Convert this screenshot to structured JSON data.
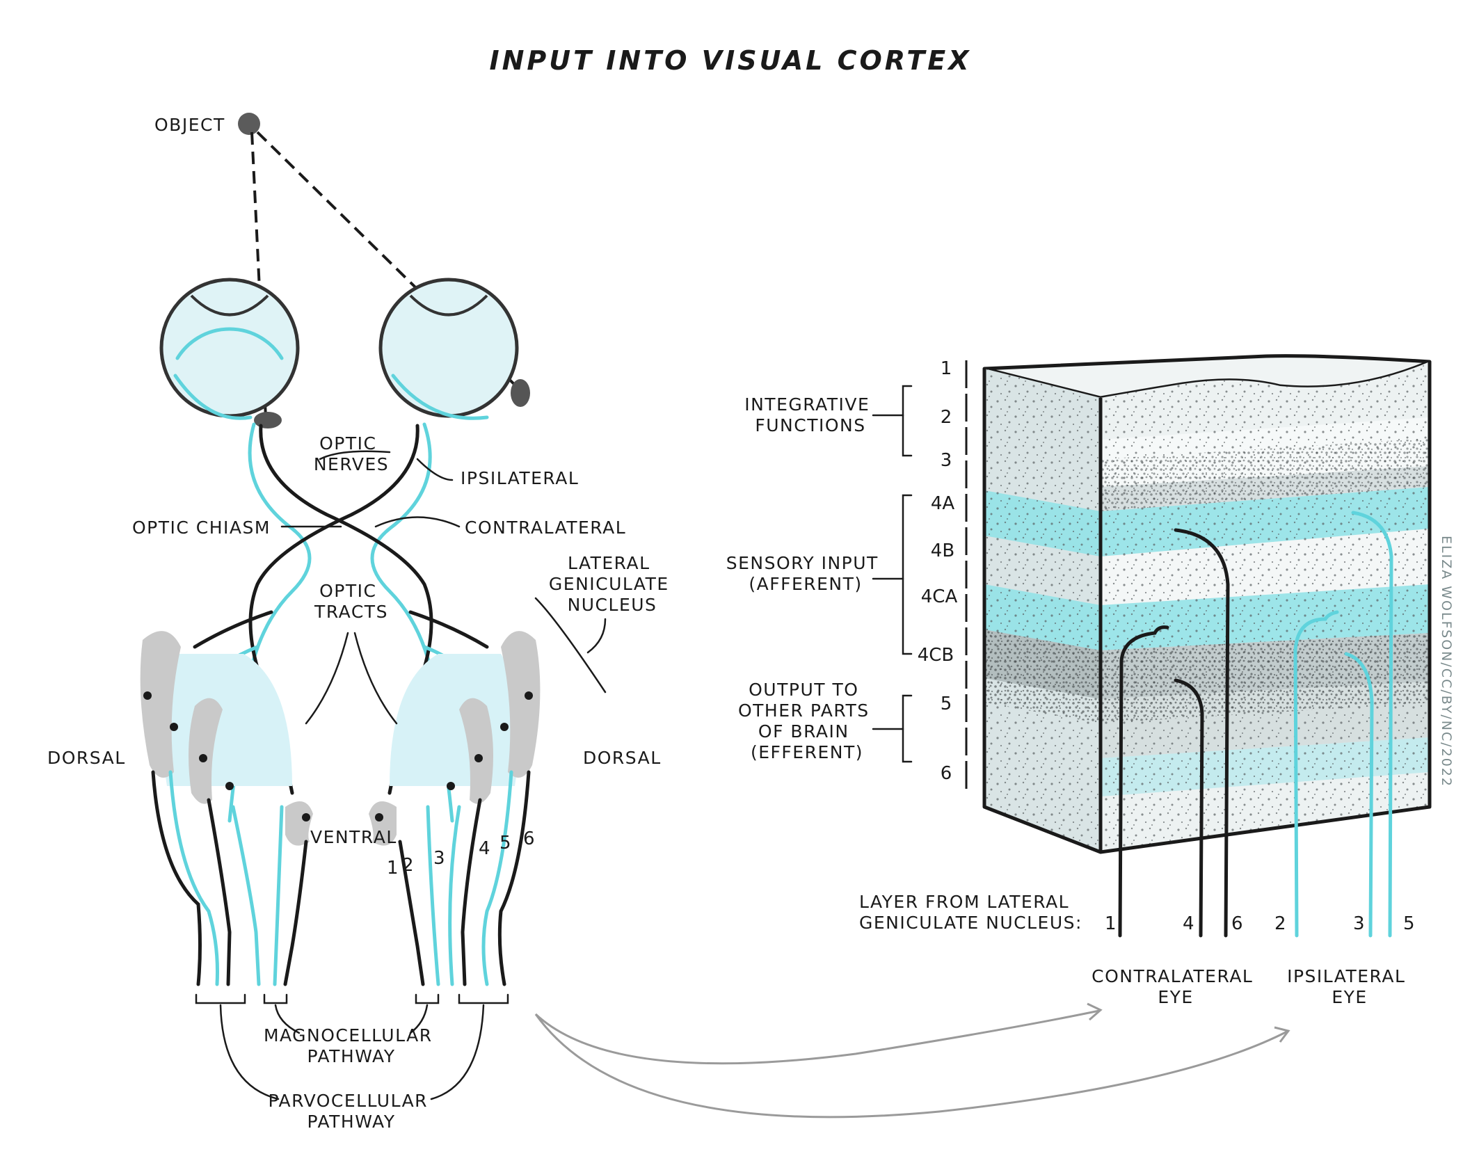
{
  "title": "INPUT INTO VISUAL CORTEX",
  "labels": {
    "object": "OBJECT",
    "optic_nerves_1": "OPTIC",
    "optic_nerves_2": "NERVES",
    "ipsilateral": "IPSILATERAL",
    "optic_chiasm": "OPTIC CHIASM",
    "contralateral": "CONTRALATERAL",
    "optic_tracts_1": "OPTIC",
    "optic_tracts_2": "TRACTS",
    "lgn_1": "LATERAL",
    "lgn_2": "GENICULATE",
    "lgn_3": "NUCLEUS",
    "dorsal_left": "DORSAL",
    "dorsal_right": "DORSAL",
    "ventral": "VENTRAL",
    "magno_1": "MAGNOCELLULAR",
    "magno_2": "PATHWAY",
    "parvo_1": "PARVOCELLULAR",
    "parvo_2": "PATHWAY"
  },
  "lgn_layer_numbers": [
    "1",
    "2",
    "3",
    "4",
    "5",
    "6"
  ],
  "cortex": {
    "layers": [
      "1",
      "2",
      "3",
      "4A",
      "4B",
      "4CA",
      "4CB",
      "5",
      "6"
    ],
    "groups": {
      "integrative_1": "INTEGRATIVE",
      "integrative_2": "FUNCTIONS",
      "sensory_1": "SENSORY INPUT",
      "sensory_2": "(AFFERENT)",
      "output_1": "OUTPUT TO",
      "output_2": "OTHER PARTS",
      "output_3": "OF BRAIN",
      "output_4": "(EFFERENT)"
    },
    "layer_from_lgn_1": "LAYER FROM LATERAL",
    "layer_from_lgn_2": "GENICULATE NUCLEUS:",
    "input_numbers": [
      "1",
      "4",
      "6",
      "2",
      "3",
      "5"
    ],
    "contralateral_eye_1": "CONTRALATERAL",
    "contralateral_eye_2": "EYE",
    "ipsilateral_eye_1": "IPSILATERAL",
    "ipsilateral_eye_2": "EYE"
  },
  "credit": "ELIZA WOLFSON/CC/BY/NC/2022",
  "colors": {
    "ink": "#1a1a1a",
    "cyan": "#5fd3dc",
    "eye_fill": "#dff3f6",
    "lgn_gray": "#c9c9c9",
    "lgn_light": "#d7f2f7",
    "cortex_face": "#e4eced",
    "cortex_band": "#8ee3e8"
  }
}
